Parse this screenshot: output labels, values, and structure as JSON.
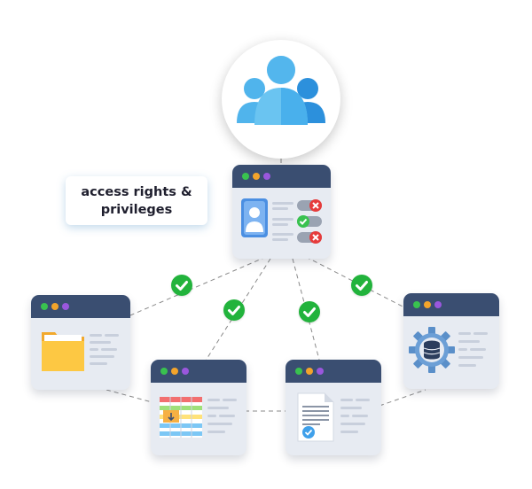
{
  "label": {
    "line1": "access rights &",
    "line2": "privileges"
  },
  "nodes": [
    {
      "id": "users",
      "icon": "users-group-icon"
    },
    {
      "id": "access-control-window",
      "icon": "id-card-toggles-icon"
    },
    {
      "id": "folder-window",
      "icon": "folder-icon"
    },
    {
      "id": "spreadsheet-window",
      "icon": "spreadsheet-icon"
    },
    {
      "id": "document-window",
      "icon": "verified-document-icon"
    },
    {
      "id": "database-window",
      "icon": "database-gear-icon"
    }
  ],
  "edges": [
    {
      "from": "users",
      "to": "access-control-window"
    },
    {
      "from": "access-control-window",
      "to": "folder-window",
      "granted": true
    },
    {
      "from": "access-control-window",
      "to": "spreadsheet-window",
      "granted": true
    },
    {
      "from": "access-control-window",
      "to": "document-window",
      "granted": true
    },
    {
      "from": "access-control-window",
      "to": "database-window",
      "granted": true
    },
    {
      "from": "folder-window",
      "to": "spreadsheet-window"
    },
    {
      "from": "spreadsheet-window",
      "to": "document-window"
    },
    {
      "from": "document-window",
      "to": "database-window"
    }
  ],
  "colors": {
    "window_bar": "#3a4e71",
    "window_body": "#e7ebf2",
    "check": "#22b33c",
    "users_blue": "#3fa9ea",
    "folder": "#fdbf3e",
    "deny": "#e63b3b"
  }
}
